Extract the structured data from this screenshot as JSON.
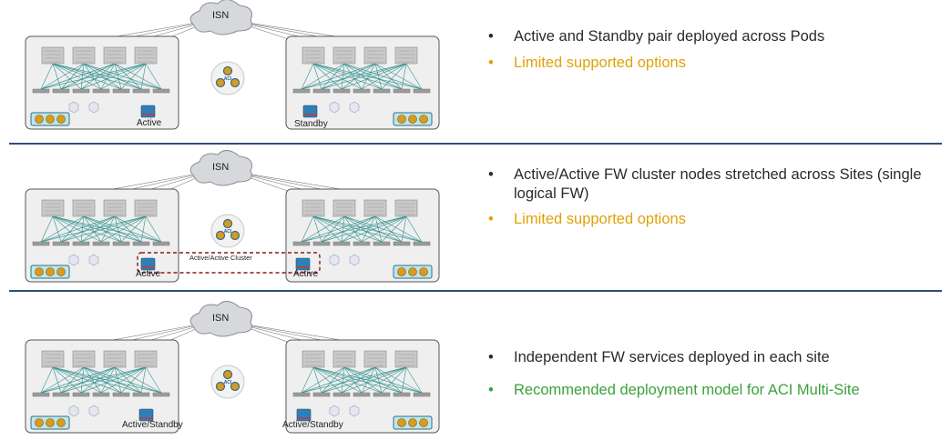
{
  "colors": {
    "divider": "#2d4f7a",
    "warning_text": "#e0a10a",
    "recommend_text": "#3aa23a",
    "normal_text": "#2a2a2a",
    "cluster_box": "#8b1a1a",
    "link_lines": "#2a8c8c"
  },
  "sections": [
    {
      "isn": "ISN",
      "left_fw_label": "Active",
      "right_fw_label": "Standby",
      "bullets": [
        {
          "text": "Active and Standby pair deployed across Pods",
          "style": "normal"
        },
        {
          "text": "Limited supported options",
          "style": "warning"
        }
      ]
    },
    {
      "isn": "ISN",
      "left_fw_label": "Active",
      "right_fw_label": "Active",
      "cluster_label": "Active/Active Cluster",
      "bullets": [
        {
          "text": "Active/Active FW cluster nodes stretched across Sites (single logical FW)",
          "style": "normal"
        },
        {
          "text": "Limited supported options",
          "style": "warning"
        }
      ]
    },
    {
      "isn": "ISN",
      "left_fw_label": "Active/Standby",
      "right_fw_label": "Active/Standby",
      "bullets": [
        {
          "text": "Independent FW services deployed in each site",
          "style": "normal"
        },
        {
          "text": "Recommended deployment model for ACI Multi-Site",
          "style": "recommend"
        }
      ]
    }
  ],
  "apic_label": "ACI",
  "bullet_glyph": "•"
}
